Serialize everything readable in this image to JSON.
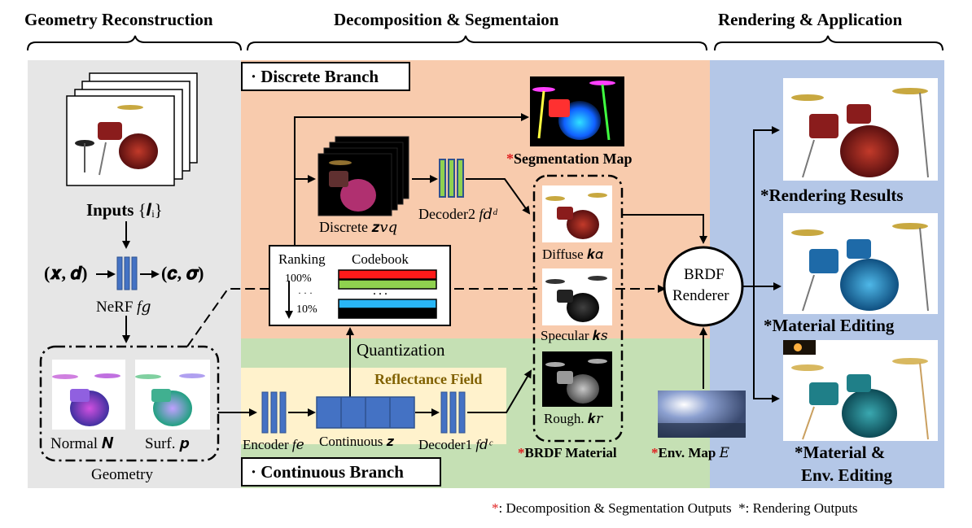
{
  "sections": {
    "geometry": "Geometry Reconstruction",
    "decomposition": "Decomposition & Segmentaion",
    "rendering": "Rendering & Application"
  },
  "branches": {
    "discrete": "· Discrete Branch",
    "continuous": "· Continuous Branch",
    "reflectance_field": "Reflectance Field"
  },
  "geometry": {
    "inputs_label": "Inputs",
    "inputs_math": "{𝑰ᵢ}",
    "nerf_input": "(𝒙, 𝒅)",
    "nerf_output": "(𝒄, 𝝈)",
    "nerf_label": "NeRF",
    "nerf_math": "f𝑔",
    "normal_label": "Normal",
    "normal_math": "𝑵",
    "surf_label": "Surf.",
    "surf_math": "𝒑",
    "group_label": "Geometry"
  },
  "discrete": {
    "segmentation_star": "*",
    "segmentation_label": "Segmentation Map",
    "discrete_label": "Discrete",
    "discrete_math": "𝒛𝑣𝑞",
    "decoder2_label": "Decoder2",
    "decoder2_math": "f𝑑ᵈ",
    "ranking_label": "Ranking",
    "codebook_label": "Codebook",
    "rank_top": "100%",
    "rank_dots": "· · ·",
    "rank_bottom": "10%",
    "codebook_dots": "· · ·",
    "codebook_colors": [
      "#ff1a1a",
      "#8fd14f",
      "#29b6f6",
      "#000000"
    ]
  },
  "continuous": {
    "quantization_label": "Quantization",
    "encoder_label": "Encoder",
    "encoder_math": "f𝑒",
    "continuous_label": "Continuous",
    "continuous_math": "𝒛",
    "decoder1_label": "Decoder1",
    "decoder1_math": "f𝑑ᶜ"
  },
  "material": {
    "diffuse_label": "Diffuse",
    "diffuse_math": "𝒌𝛼",
    "specular_label": "Specular",
    "specular_math": "𝒌𝑠",
    "rough_label": "Rough.",
    "rough_math": "𝒌𝑟",
    "brdf_star": "*",
    "brdf_label": "BRDF Material"
  },
  "renderer": {
    "label_line1": "BRDF",
    "label_line2": "Renderer",
    "env_star": "*",
    "env_label": "Env. Map",
    "env_math": "𝐸"
  },
  "outputs": {
    "rendering_results": "*Rendering Results",
    "material_editing": "*Material Editing",
    "material_env_line1": "*Material &",
    "material_env_line2": "Env. Editing"
  },
  "legend": {
    "red_star": "*",
    "red_text": ": Decomposition & Segmentation Outputs",
    "black_star": "*",
    "black_text": ": Rendering Outputs"
  },
  "colors": {
    "geometry_bg": "#e6e6e6",
    "discrete_bg": "#f8cbad",
    "continuous_bg": "#c5e0b4",
    "reflectance_bg": "#fff2cc",
    "rendering_bg": "#b4c7e7",
    "block_blue": "#4472c4",
    "block_green": "#8fd14f",
    "accent_red": "#e02020",
    "reflectance_text": "#806000"
  }
}
